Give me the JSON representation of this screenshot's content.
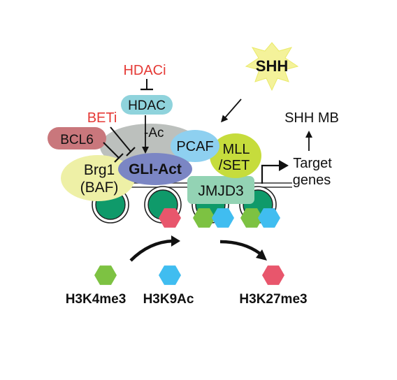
{
  "labels": {
    "hdaci": "HDACi",
    "hdac": "HDAC",
    "beti": "BETi",
    "bcl6": "BCL6",
    "ac": "-Ac",
    "gli_act": "GLI-Act",
    "brg1": "Brg1",
    "baf": "(BAF)",
    "pcaf": "PCAF",
    "mll": "MLL",
    "set": "/SET",
    "jmjd3": "JMJD3",
    "shh": "SHH",
    "shh_mb": "SHH MB",
    "target": "Target",
    "genes": "genes"
  },
  "legend": {
    "h3k4me3": "H3K4me3",
    "h3k9ac": "H3K9Ac",
    "h3k27me3": "H3K27me3"
  },
  "colors": {
    "inhibitor_red": "#e53935",
    "hdac_teal": "#8fd3dc",
    "bcl6_rose": "#c9777c",
    "gray_complex": "#bcc0bd",
    "gli_blue": "#7b86c4",
    "brg1_yellow": "#eef0a6",
    "pcaf_blue": "#8ed0f0",
    "mll_green": "#c6dc3c",
    "jmjd3_mint": "#93d3b4",
    "shh_star": "#f4f29a",
    "nucleosome": "#0f9a6a",
    "h3k4me3_green": "#7dc242",
    "h3k9ac_blue": "#40bdf0",
    "h3k27me3_red": "#e8566c"
  }
}
